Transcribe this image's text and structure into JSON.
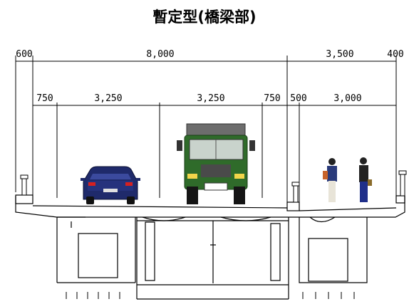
{
  "title": "暫定型(橋梁部)",
  "dimensions": {
    "top": [
      "600",
      "8,000",
      "3,500",
      "400"
    ],
    "second": [
      "750",
      "3,250",
      "3,250",
      "750",
      "500",
      "3,000"
    ]
  }
}
